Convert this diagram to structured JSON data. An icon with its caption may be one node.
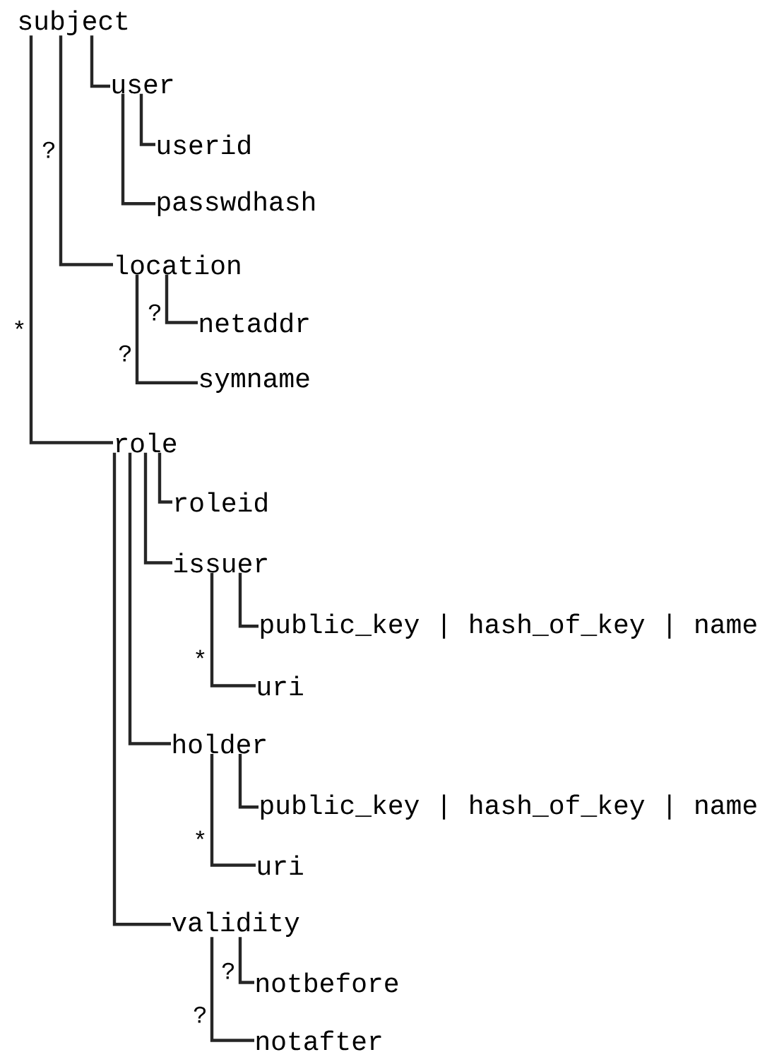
{
  "diagram": {
    "nodes": [
      {
        "text": [
          "subject"
        ]
      },
      {
        "text": [
          "user"
        ]
      },
      {
        "text": [
          "userid"
        ]
      },
      {
        "text": [
          "passwdhash"
        ]
      },
      {
        "text": [
          "location"
        ]
      },
      {
        "text": [
          "netaddr"
        ]
      },
      {
        "text": [
          "symname"
        ]
      },
      {
        "text": [
          "role"
        ]
      },
      {
        "text": [
          "roleid"
        ]
      },
      {
        "text": [
          "issuer"
        ]
      },
      {
        "text": [
          "public_key | hash_of_key | name"
        ]
      },
      {
        "text": [
          "uri"
        ]
      },
      {
        "text": [
          "holder"
        ]
      },
      {
        "text": [
          "public_key | hash_of_key | name"
        ]
      },
      {
        "text": [
          "uri"
        ]
      },
      {
        "text": [
          "validity"
        ]
      },
      {
        "text": [
          "notbefore"
        ]
      },
      {
        "text": [
          "notafter"
        ]
      }
    ],
    "edges": [
      {
        "from": 0,
        "to": 1,
        "arrow": "none"
      },
      {
        "from": 0,
        "to": 4,
        "arrow": "none",
        "label": "?"
      },
      {
        "from": 0,
        "to": 7,
        "arrow": "none",
        "label": "*"
      },
      {
        "from": 1,
        "to": 2,
        "arrow": "none"
      },
      {
        "from": 1,
        "to": 3,
        "arrow": "none"
      },
      {
        "from": 4,
        "to": 5,
        "arrow": "none",
        "label": "?"
      },
      {
        "from": 4,
        "to": 6,
        "arrow": "none",
        "label": "?"
      },
      {
        "from": 7,
        "to": 8,
        "arrow": "none"
      },
      {
        "from": 7,
        "to": 9,
        "arrow": "none"
      },
      {
        "from": 7,
        "to": 12,
        "arrow": "none"
      },
      {
        "from": 7,
        "to": 15,
        "arrow": "none"
      },
      {
        "from": 9,
        "to": 10,
        "arrow": "none"
      },
      {
        "from": 9,
        "to": 11,
        "arrow": "none",
        "label": "*"
      },
      {
        "from": 12,
        "to": 13,
        "arrow": "none"
      },
      {
        "from": 12,
        "to": 14,
        "arrow": "none",
        "label": "*"
      },
      {
        "from": 15,
        "to": 16,
        "arrow": "none",
        "label": "?"
      },
      {
        "from": 15,
        "to": 17,
        "arrow": "none",
        "label": "?"
      }
    ]
  }
}
